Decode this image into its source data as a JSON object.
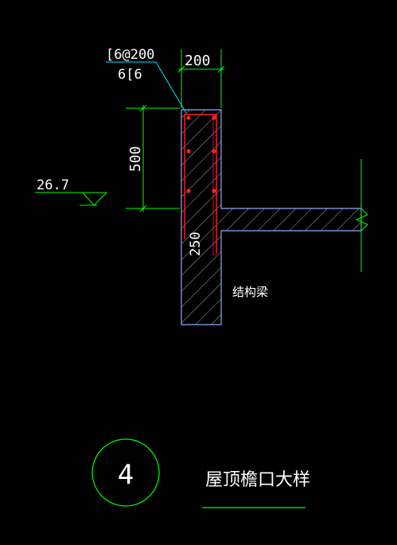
{
  "drawing": {
    "rebar_label_top": "[6@200",
    "rebar_label_bottom": "6[6",
    "dim_width": "200",
    "dim_height": "500",
    "elevation": "26.7",
    "dim_thickness": "250",
    "beam_label": "结构梁",
    "detail_number": "4",
    "detail_title": "屋顶檐口大样"
  },
  "colors": {
    "background": "#000000",
    "outline": "#8fa8ff",
    "dimension": "#00ff00",
    "leader": "#00e5ff",
    "rebar": "#ff2020",
    "hatch": "#cfcfcf",
    "text": "#ffffff"
  }
}
